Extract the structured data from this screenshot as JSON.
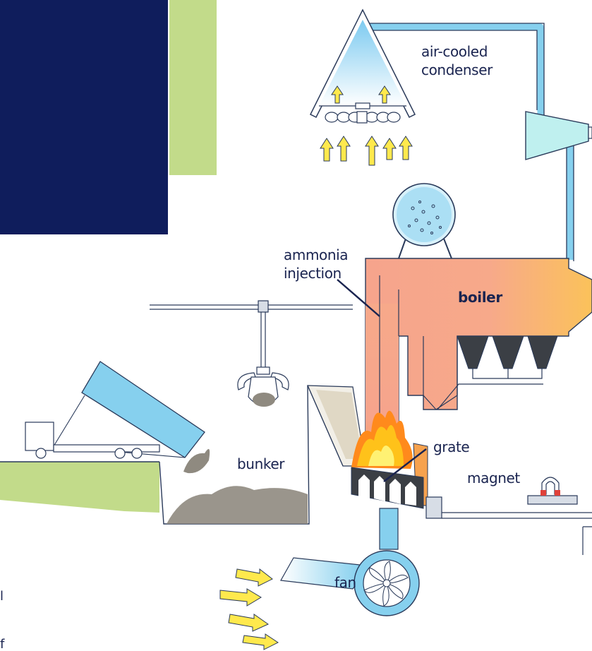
{
  "colors": {
    "navy": "#0f1d5c",
    "green": "#c2db8a",
    "water_blue": "#86d0ee",
    "boiler_orange": "#f7a98a",
    "turbine": "#bff0ef",
    "grate_dark": "#3b3f45",
    "label": "#1a2450"
  },
  "labels": {
    "air_cooled_condenser_line1": "air-cooled",
    "air_cooled_condenser_line2": "condenser",
    "ammonia_injection_line1": "ammonia",
    "ammonia_injection_line2": "injection",
    "boiler": "boiler",
    "grate": "grate",
    "bunker": "bunker",
    "magnet": "magnet",
    "fan": "fan"
  },
  "edge_text": {
    "char_1": "l",
    "char_2": "f"
  }
}
